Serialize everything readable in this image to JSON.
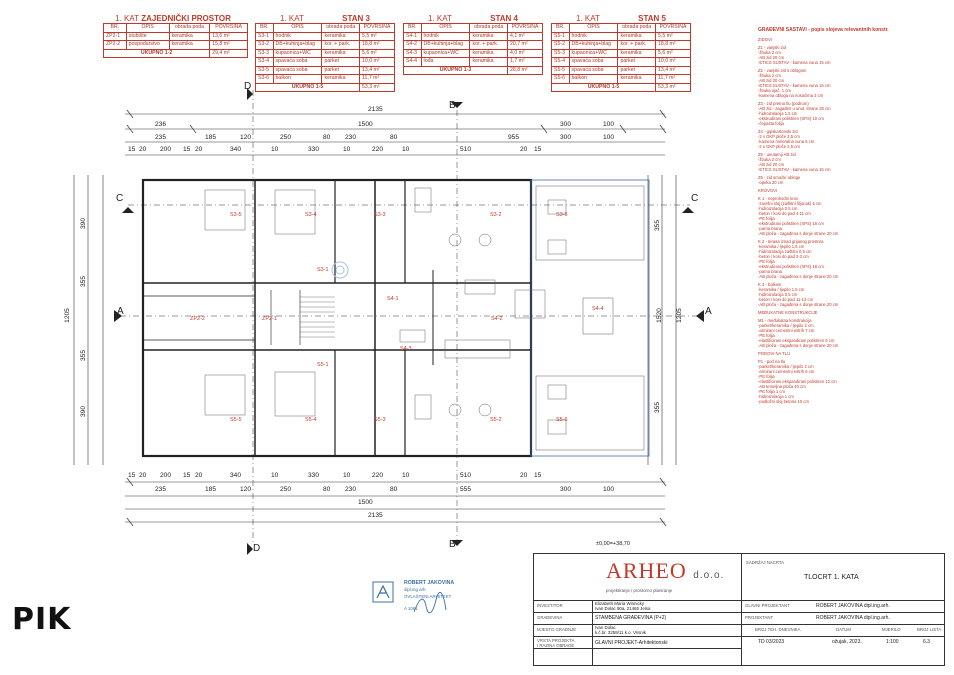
{
  "tables": {
    "zajednicki": {
      "title_num": "1. KAT",
      "title": "ZAJEDNIČKI PROSTOR",
      "headers": [
        "BR.",
        "OPIS",
        "obrada poda",
        "POVRŠINA"
      ],
      "rows": [
        [
          "ZP2-1",
          "stubište",
          "keramika",
          "13,6 m²"
        ],
        [
          "ZP2-2",
          "pospodarstvo",
          "keramika",
          "15,8 m²"
        ]
      ],
      "total_label": "UKUPNO 1-2",
      "total_value": "29,4 m²"
    },
    "stan3": {
      "title_num": "1. KAT",
      "title": "STAN 3",
      "headers": [
        "BR.",
        "OPIS",
        "obrada poda",
        "POVRŠINA"
      ],
      "rows": [
        [
          "S3-1",
          "hodnik",
          "keramika",
          "5,5 m²"
        ],
        [
          "S3-2",
          "DB+kuhinja+blag",
          "kor. + park.",
          "18,8 m²"
        ],
        [
          "S3-3",
          "kupaonica+WC",
          "keramika",
          "5,6 m²"
        ],
        [
          "S3-4",
          "spavaća soba",
          "parket",
          "10,0 m²"
        ],
        [
          "S3-5",
          "spavaća soba",
          "parket",
          "13,4 m²"
        ],
        [
          "S3-6",
          "balkon",
          "keramika",
          "11,7 m²"
        ]
      ],
      "total_label": "UKUPNO 1-5",
      "total_value": "53,3 m²"
    },
    "stan4": {
      "title_num": "1. KAT",
      "title": "STAN 4",
      "headers": [
        "BR.",
        "OPIS",
        "obrada poda",
        "POVRŠINA"
      ],
      "rows": [
        [
          "S4-1",
          "hodnik",
          "keramika",
          "4,1 m²"
        ],
        [
          "S4-2",
          "DB+kuhinja+blag",
          "kor. + park.",
          "20,7 m²"
        ],
        [
          "S4-3",
          "kupaonica+WC",
          "keramika",
          "4,0 m²"
        ],
        [
          "S4-4",
          "lođa",
          "keramika",
          "1,7 m²"
        ]
      ],
      "total_label": "UKUPNO 1-3",
      "total_value": "28,8 m²"
    },
    "stan5": {
      "title_num": "1. KAT",
      "title": "STAN 5",
      "headers": [
        "BR.",
        "OPIS",
        "obrada poda",
        "POVRŠINA"
      ],
      "rows": [
        [
          "S5-1",
          "hodnik",
          "keramika",
          "5,5 m²"
        ],
        [
          "S5-2",
          "DB+kuhinja+blag",
          "kor. + park.",
          "18,8 m²"
        ],
        [
          "S5-3",
          "kupaonica+WC",
          "keramika",
          "5,6 m²"
        ],
        [
          "S5-4",
          "spavaća soba",
          "parket",
          "10,0 m²"
        ],
        [
          "S5-5",
          "spavaća soba",
          "parket",
          "13,4 m²"
        ],
        [
          "S5-6",
          "balkon",
          "keramika",
          "11,7 m²"
        ]
      ],
      "total_label": "UKUPNO 1-5",
      "total_value": "53,3 m²"
    }
  },
  "dimensions": {
    "top_total": "2135",
    "top_mid": [
      "236",
      "1500",
      "300",
      "100"
    ],
    "top_row2": [
      "235",
      "185",
      "120",
      "250",
      "80",
      "230",
      "80",
      "955",
      "300",
      "100"
    ],
    "top_row3": [
      "15",
      "20",
      "200",
      "15",
      "20",
      "340",
      "10",
      "330",
      "10",
      "220",
      "10",
      "510",
      "20",
      "15"
    ],
    "bottom_row1": [
      "15",
      "20",
      "200",
      "15",
      "20",
      "340",
      "10",
      "330",
      "10",
      "220",
      "10",
      "510",
      "20",
      "15"
    ],
    "bottom_row2": [
      "235",
      "185",
      "120",
      "250",
      "80",
      "230",
      "80",
      "555",
      "300",
      "100"
    ],
    "bottom_mid": [
      "1500"
    ],
    "bottom_total": "2135",
    "left_total": "1205",
    "right_total": "1205",
    "left_parts": [
      "390",
      "355",
      "355",
      "390"
    ],
    "right_parts": [
      "355",
      "1520",
      "355"
    ],
    "elevation": "±0,00=+38,70"
  },
  "section_marks": [
    "A",
    "A",
    "B",
    "B",
    "C",
    "C",
    "D",
    "D"
  ],
  "rooms": {
    "S3-5": "S3-5",
    "S3-4": "S3-4",
    "S3-3": "S3-3",
    "S3-2": "S3-2",
    "S3-6": "S3-6",
    "S3-1": "S3-1",
    "ZP2-2": "ZP2-2",
    "ZP2-1": "ZP2-1",
    "S4-1": "S4-1",
    "S4-2": "S4-2",
    "S4-3": "S4-3",
    "S4-4": "S4-4",
    "S5-1": "S5-1",
    "S5-5": "S5-5",
    "S5-4": "S5-4",
    "S5-3": "S5-3",
    "S5-2": "S5-2",
    "S5-6": "S5-6"
  },
  "spec": {
    "title": "GRAĐEVNI SASTAVI - popis slojeva relevantnih konstr.",
    "sections": [
      {
        "head": "ZIDOVI",
        "lines": []
      },
      {
        "head": "Z1 - vanjski zid",
        "lines": [
          "-žbuka 2 cm",
          "-AB zid 20 cm",
          "-ETICS SUSTAV - kamena vuna 15 cm"
        ]
      },
      {
        "head": "Z2 - vanjski zid s oblogom",
        "lines": [
          "-žbuka 2 cm",
          "-AB zid 20 cm",
          "-ETICS SUSTAV - kamena vuna 15 cm",
          "-žbuka ojač. 1 cm",
          "-kamena obloga na nosačima 3 cm"
        ]
      },
      {
        "head": "Z3 - zid prema tlu (podrum)",
        "lines": [
          "-AB zid - zagađen u unut. strane 25 cm",
          "-hidroizolacija 1,5 cm",
          "-ekstrudirani polistiren (XPS) 10 cm",
          "-čepasta folija"
        ]
      },
      {
        "head": "Z4 - gipskartonski zid",
        "lines": [
          "-2 x GKP ploče 2,5 cm",
          "-kamena mineralna vuna 5 cm",
          "-2 x GKP ploče 2,5 cm"
        ]
      },
      {
        "head": "Z5 - unutarnji AB zid",
        "lines": [
          "-žbuka 2 cm",
          "-AB zid 20 cm",
          "-ETICS SUSTAV - kamena vuna 15 cm"
        ]
      },
      {
        "head": "Z6 - zid smoćte obloge",
        "lines": [
          "-opeka 20 cm"
        ]
      },
      {
        "head": "KROVOVI",
        "lines": []
      },
      {
        "head": "K 1 - neprohodni krov",
        "lines": [
          "-završni sloj (zaštitni šljunak) 5 cm",
          "-hidroizolacija 0,5 cm",
          "-beton / kosi do pad 4-11 cm",
          "-PE folija",
          "-ekstrudirani polistiren (XPS) 16 cm",
          "-parna brana",
          "-AB ploča - zagađena s donje strane 20 cm"
        ]
      },
      {
        "head": "K 2 - terasa iznad grijanog prostora",
        "lines": [
          "-keramika / ljepilo 1,5 cm",
          "-hidroizolacija zaštitni 0,5 cm",
          "-beton / kosi do pad 2-3 cm",
          "-PE folija",
          "-ekstrudirani polistiren (XPS) 16 cm",
          "-parna brana",
          "-AB ploča - zagađena s donje strane 20 cm"
        ]
      },
      {
        "head": "K 3 - balkoni",
        "lines": [
          "-keramika / ljepilo 1,5 cm",
          "-hidroizolacija 0,5 cm",
          "-beton / kosi do pad 11-13 cm",
          "-AB ploča - zagađena s donje strane 20 cm"
        ]
      },
      {
        "head": "MEĐUKATNE KONSTRUKCIJE",
        "lines": []
      },
      {
        "head": "M1 - međukatna konstrukcija",
        "lines": [
          "-parket/keramika / ljepilo 2 cm",
          "-armirani cementni estrih 7 cm",
          "-PE folija",
          "-elastificirani ekspandirani polistiren 6 cm",
          "-AB ploča - zagađena s donje strane 20 cm"
        ]
      },
      {
        "head": "PODOVI NA TLU",
        "lines": []
      },
      {
        "head": "P1 - pod na tlu",
        "lines": [
          "-parket/keramika / ljepilo 2 cm",
          "-armirani cementni estrih 6 cm",
          "-PE folija",
          "-elastificirani ekspandirani polistiren 12 cm",
          "-AB temeljna ploča 40 cm",
          "-PE folija 1 cm",
          "-hidroizolacija 1 cm",
          "-podložni sloj betona 10 cm"
        ]
      }
    ]
  },
  "stamp": {
    "name": "ROBERT JAKOVINA",
    "degree": "dipl.ing.arh.",
    "line3": "OVLAŠTENI ARHITEKT",
    "number": "A 1061"
  },
  "title_block": {
    "company": "ARHEO",
    "company_suffix": "d.o.o.",
    "company_sub": "projektiranje i prostorno planiranje",
    "sadrzaj_label": "SADRŽAJ NACRTA",
    "sadrzaj_value": "TLOCRT 1. KATA",
    "investitor_label": "INVESTITOR",
    "investitor_value": "Elizabeth Maria Winnicky\nIvan Dolac 90a, 21465 Jelsa",
    "gradevina_label": "GRAĐEVINA",
    "gradevina_value": "STAMBENA GRAĐEVINA (P+2)",
    "mjesto_label": "MJESTO GRADNJE",
    "mjesto_value": "Ivan Dolac\nk.č.br. 3259/11 k.o. Vrisnik",
    "vrsta_label": "VRSTA PROJEKTA\nI RAZINA OBRADE",
    "vrsta_value": "GLAVNI PROJEKT-Arhitektonski",
    "glavni_proj_label": "GLAVNI PROJEKTANT",
    "glavni_proj_value": "ROBERT JAKOVINA dipl.ing.arh.",
    "projektant_label": "PROJEKTANT",
    "projektant_value": "ROBERT JAKOVINA dipl.ing.arh.",
    "cols": [
      "BROJ TEH. DNEVNIKA",
      "DATUM",
      "MJERILO",
      "BROJ LISTA"
    ],
    "vals": [
      "TD 03/2023",
      "ožujak, 2023.",
      "1:100",
      "6.3"
    ]
  },
  "logo_text": "PIK"
}
